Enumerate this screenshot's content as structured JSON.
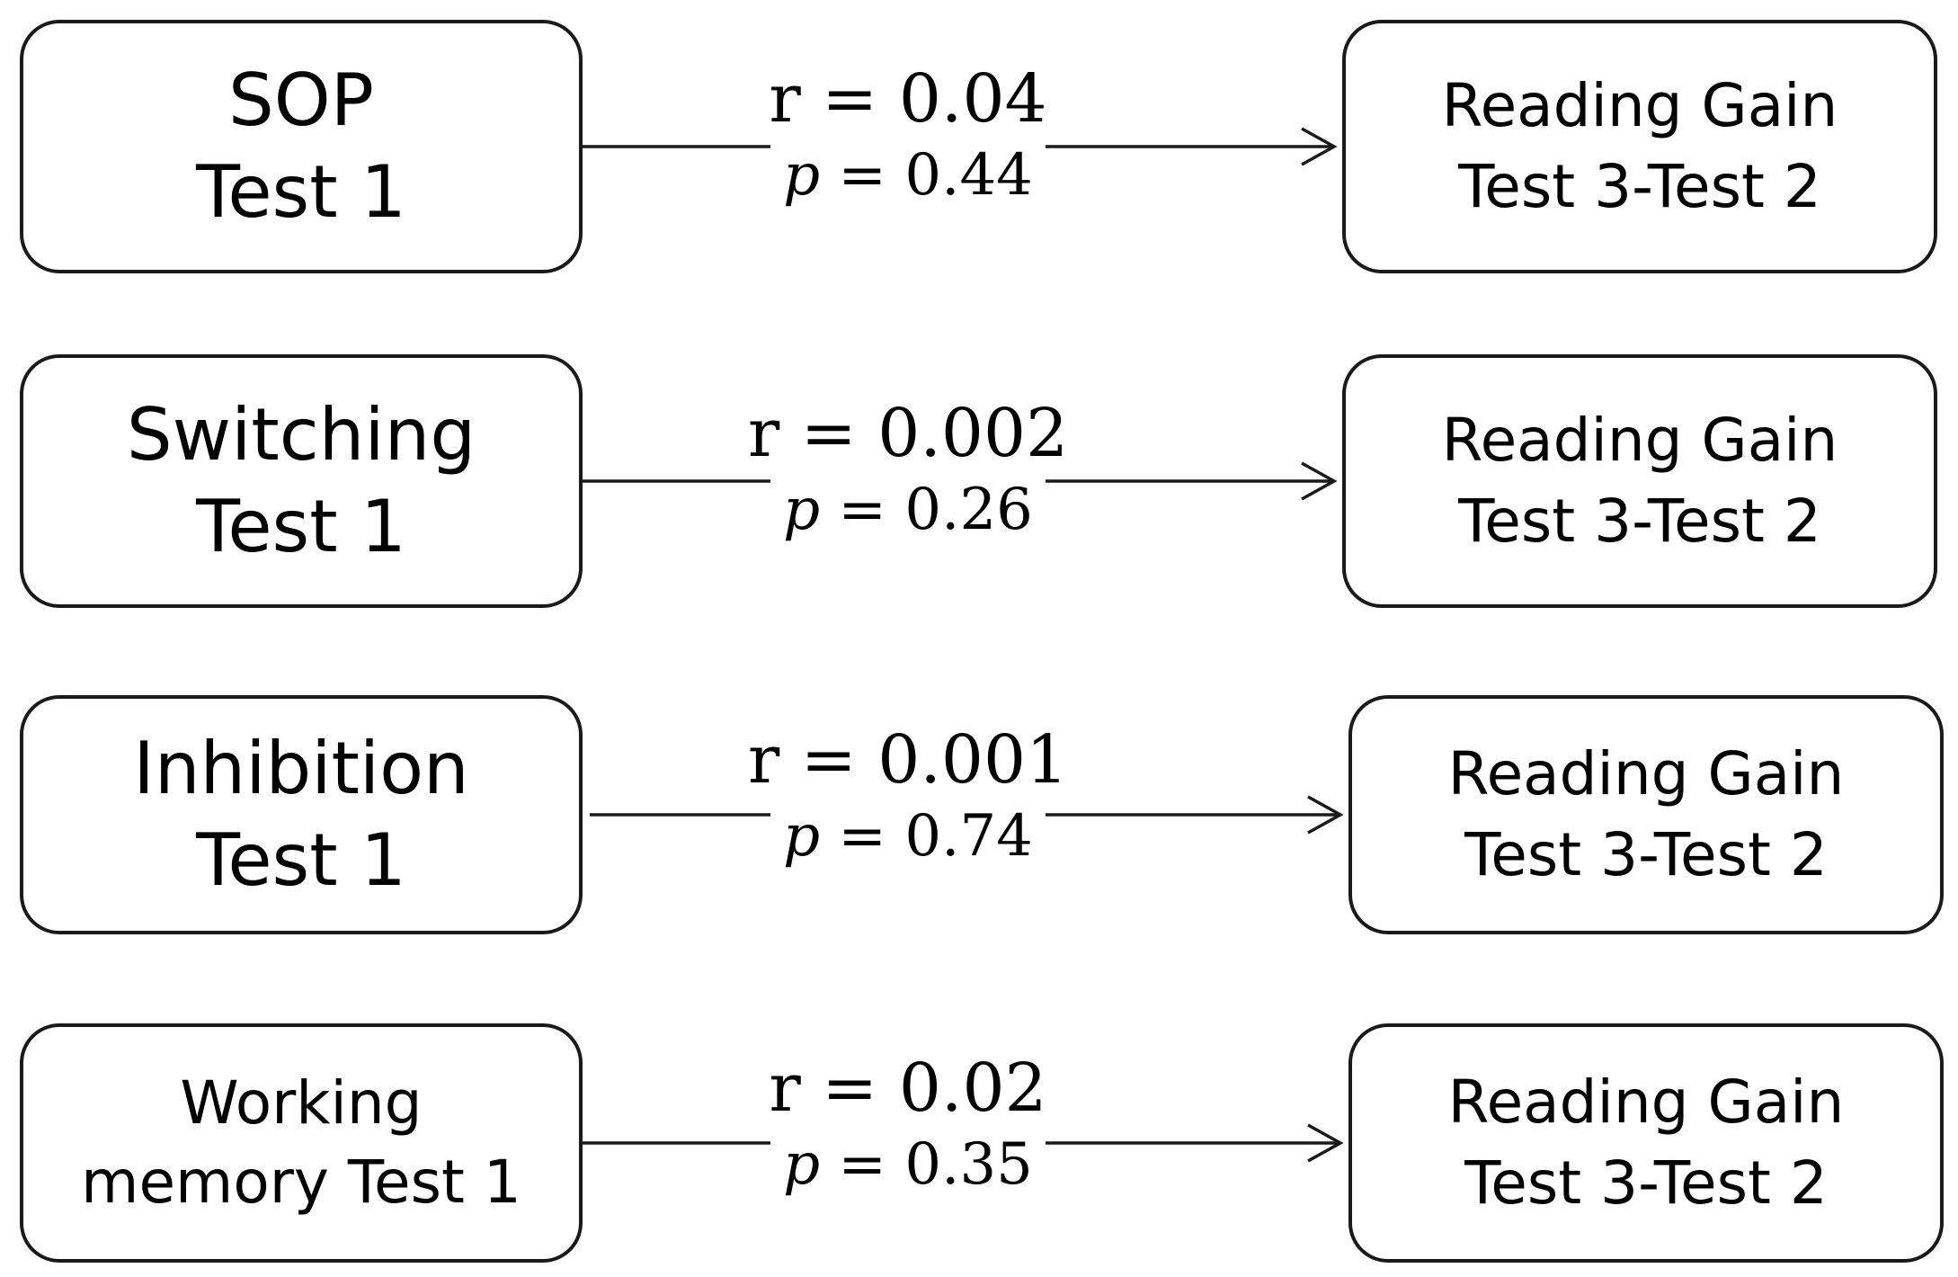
{
  "rows": [
    {
      "source": {
        "line1": "SOP",
        "line2": "Test 1"
      },
      "stats": {
        "r_symbol": "r",
        "r_value": "0.04",
        "p_symbol": "p",
        "p_value": "0.44"
      },
      "target": {
        "line1": "Reading Gain",
        "line2": "Test 3-Test 2"
      }
    },
    {
      "source": {
        "line1": "Switching",
        "line2": "Test 1"
      },
      "stats": {
        "r_symbol": "r",
        "r_value": "0.002",
        "p_symbol": "p",
        "p_value": "0.26"
      },
      "target": {
        "line1": "Reading Gain",
        "line2": "Test 3-Test 2"
      }
    },
    {
      "source": {
        "line1": "Inhibition",
        "line2": "Test 1"
      },
      "stats": {
        "r_symbol": "r",
        "r_value": "0.001",
        "p_symbol": "p",
        "p_value": "0.74"
      },
      "target": {
        "line1": "Reading Gain",
        "line2": "Test 3-Test 2"
      }
    },
    {
      "source": {
        "line1": "Working",
        "line2": "memory  Test 1"
      },
      "stats": {
        "r_symbol": "r",
        "r_value": "0.02",
        "p_symbol": "p",
        "p_value": "0.35"
      },
      "target": {
        "line1": "Reading Gain",
        "line2": "Test 3-Test 2"
      }
    }
  ],
  "equals_sign": "=",
  "colors": {
    "stroke": "#1a1a1a",
    "background": "#ffffff",
    "text": "#000000"
  },
  "icons": {
    "arrow": "arrow-right-icon"
  }
}
